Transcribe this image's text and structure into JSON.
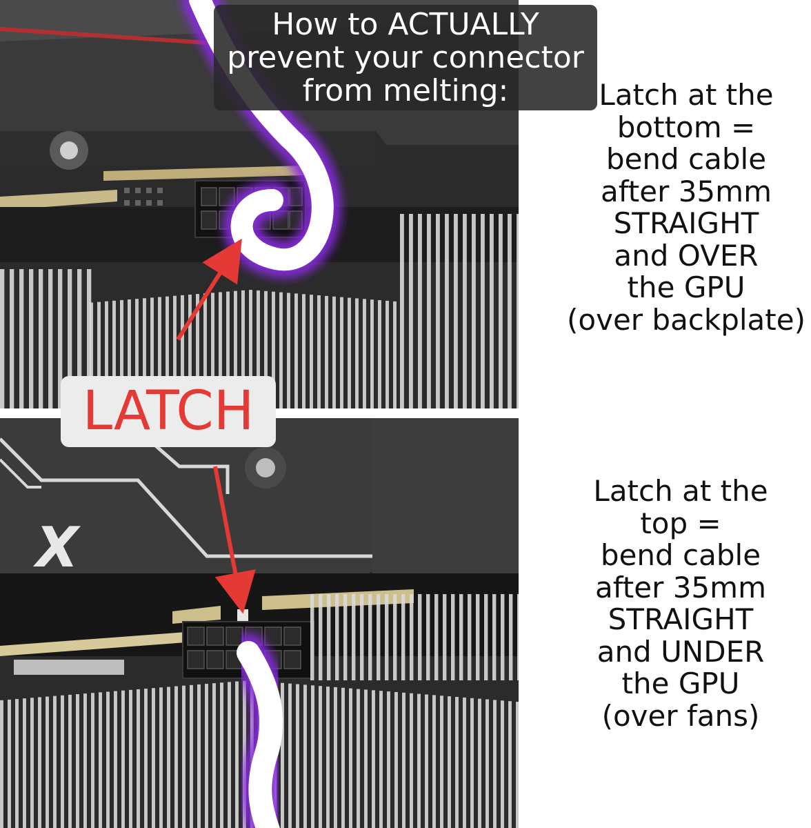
{
  "title": {
    "lines": [
      "How to ACTUALLY",
      "prevent your connector",
      "from melting:"
    ]
  },
  "latch_label": "LATCH",
  "captions": {
    "top": [
      "Latch at the",
      "bottom =",
      "bend cable",
      "after 35mm",
      "STRAIGHT",
      "and OVER",
      "the GPU",
      "(over backplate)"
    ],
    "bottom": [
      "Latch at the",
      "top =",
      "bend cable",
      "after 35mm",
      "STRAIGHT",
      "and UNDER",
      "the GPU",
      "(over fans)"
    ]
  },
  "colors": {
    "arrow": "#e53935",
    "cable": "#ffffff",
    "cable_glow": "#8a2be2"
  }
}
